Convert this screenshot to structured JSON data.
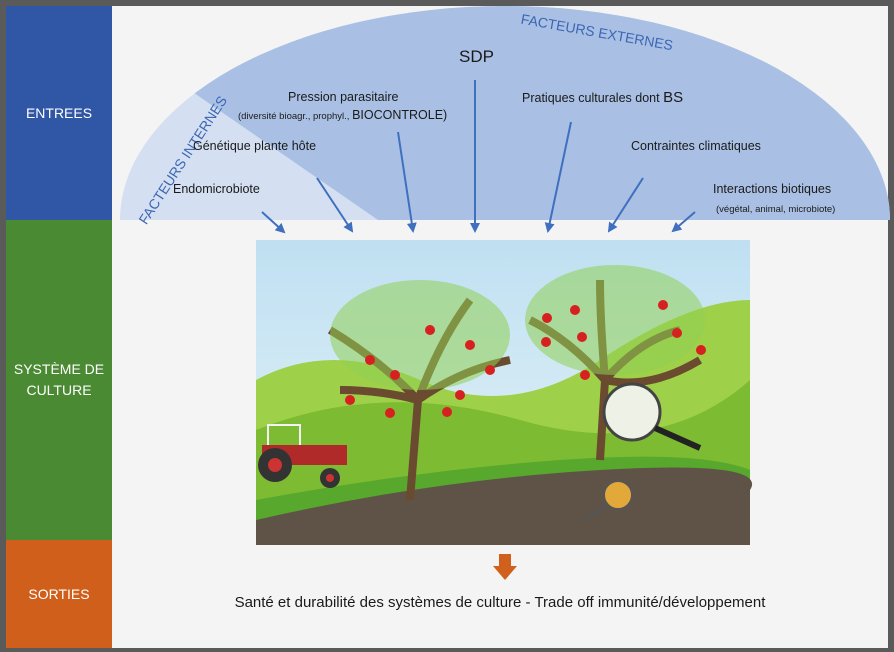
{
  "sections": {
    "inputs": "ENTREES",
    "system_line1": "SYSTÈME DE",
    "system_line2": "CULTURE",
    "outputs": "SORTIES"
  },
  "colors": {
    "inputs": "#2f57a6",
    "system": "#4a8a33",
    "outputs": "#cf5f1a",
    "external_dome": "#a9c0e4",
    "internal_dome": "#d4e0f1",
    "arrow": "#3f6fbf"
  },
  "dome": {
    "external_title": "FACTEURS EXTERNES",
    "internal_title": "FACTEURS INTERNES"
  },
  "factors": {
    "sdp": "SDP",
    "pression": "Pression parasitaire",
    "pression_detail_a": "(diversité bioagr., prophyl., ",
    "pression_detail_b": "BIOCONTROLE)",
    "pratiques_a": "Pratiques culturales dont ",
    "pratiques_b": "BS",
    "genetique": "Génétique plante hôte",
    "contraintes": "Contraintes climatiques",
    "endomicrobiote": "Endomicrobiote",
    "interactions": "Interactions biotiques",
    "interactions_detail": "(végétal, animal, microbiote)"
  },
  "output_text": "Santé et durabilité des systèmes de culture - Trade off immunité/développement"
}
